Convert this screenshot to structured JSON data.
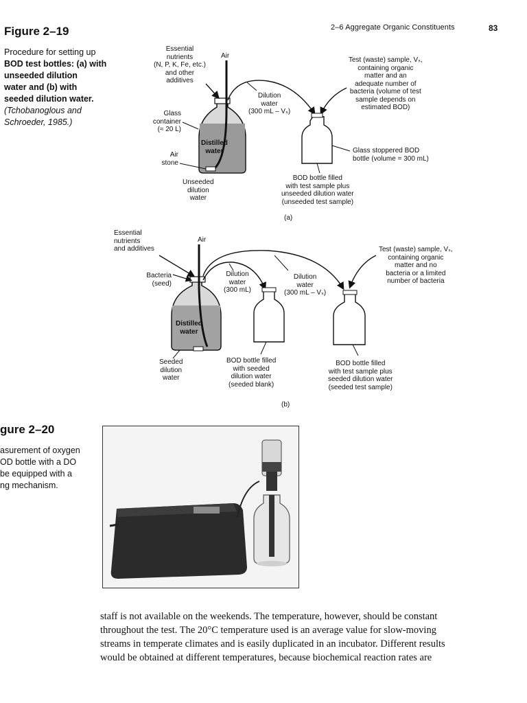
{
  "header": {
    "section": "2–6  Aggregate Organic Constituents",
    "page_number": "83"
  },
  "figure_2_19": {
    "title": "Figure 2–19",
    "caption_lines": [
      "Procedure for setting up",
      "BOD test bottles: (a) with",
      "unseeded dilution",
      "water and (b) with",
      "seeded dilution water.",
      "(Tchobanoglous and",
      "Schroeder, 1985.)"
    ],
    "panel_a": {
      "nutrients_label": [
        "Essential",
        "nutrients",
        "(N, P, K, Fe, etc.)",
        "and other",
        "additives"
      ],
      "air_label": "Air",
      "container_label": [
        "Glass",
        "container",
        "(≈ 20 L)"
      ],
      "air_stone_label": [
        "Air",
        "stone"
      ],
      "distilled_water": [
        "Distilled",
        "water"
      ],
      "unseeded_water_label": [
        "Unseeded",
        "dilution",
        "water"
      ],
      "dilution_label": [
        "Dilution",
        "water",
        "(300 mL – Vₛ)"
      ],
      "test_sample_label": [
        "Test (waste) sample, Vₛ,",
        "containing organic",
        "matter and an",
        "adequate number of",
        "bacteria (volume of test",
        "sample depends on",
        "estimated BOD)"
      ],
      "glass_bottle_label": [
        "Glass stoppered BOD",
        "bottle (volume = 300 mL)"
      ],
      "bod_filled_label": [
        "BOD bottle filled",
        "with test sample plus",
        "unseeded dilution water",
        "(unseeded test sample)"
      ],
      "panel_tag": "(a)"
    },
    "panel_b": {
      "nutrients_label": [
        "Essential",
        "nutrients",
        "and additives"
      ],
      "air_label": "Air",
      "bacteria_label": [
        "Bacteria",
        "(seed)"
      ],
      "distilled_water": [
        "Distilled",
        "water"
      ],
      "seeded_water_label": [
        "Seeded",
        "dilution",
        "water"
      ],
      "dilution1_label": [
        "Dilution",
        "water",
        "(300 mL)"
      ],
      "dilution2_label": [
        "Dilution",
        "water",
        "(300 mL – Vₛ)"
      ],
      "test_sample_label": [
        "Test (waste) sample, Vₛ,",
        "containing organic",
        "matter and no",
        "bacteria or a limited",
        "number of bacteria"
      ],
      "blank_label": [
        "BOD bottle filled",
        "with seeded",
        "dilution water",
        "(seeded blank)"
      ],
      "seeded_test_label": [
        "BOD bottle filled",
        "with test sample plus",
        "seeded dilution water",
        "(seeded test sample)"
      ],
      "panel_tag": "(b)"
    }
  },
  "figure_2_20": {
    "title": "gure 2–20",
    "caption_lines": [
      "asurement of oxygen",
      "OD bottle with a DO",
      "be equipped with a",
      "ng mechanism."
    ]
  },
  "body_text_lines": [
    "staff is not available on the weekends. The temperature, however, should be constant",
    "throughout the test. The 20°C temperature used is an average value for slow-moving",
    "streams in temperate climates and is easily duplicated in an incubator. Different results",
    "would be obtained at different temperatures, because biochemical reaction rates are"
  ]
}
